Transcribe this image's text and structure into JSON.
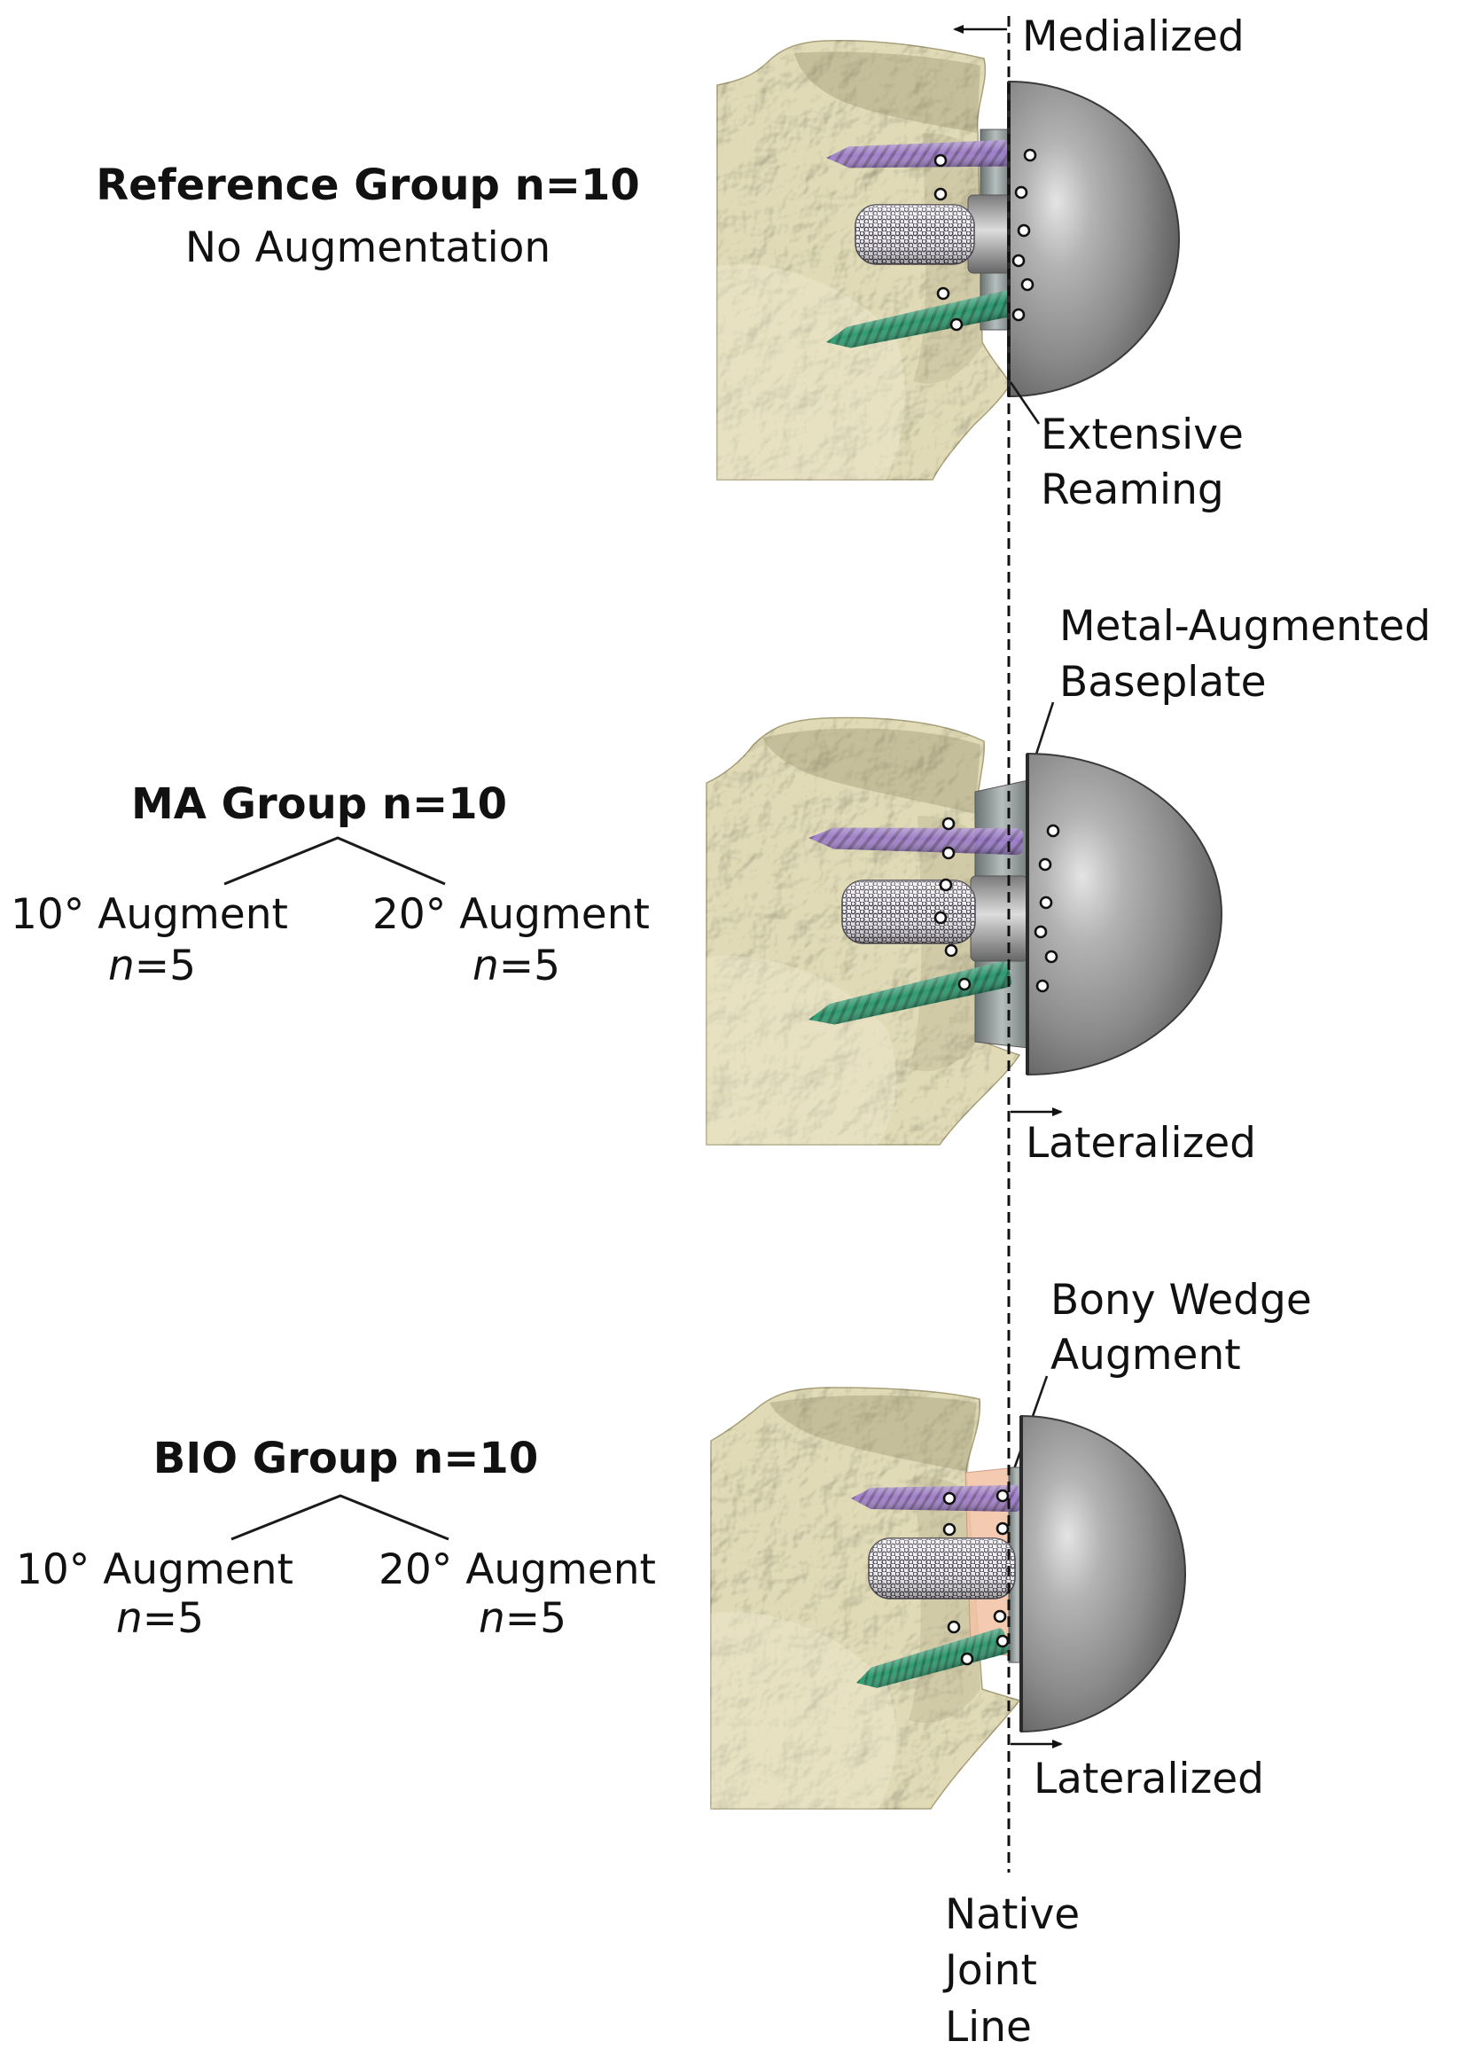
{
  "joint_line": {
    "top_label": "Medialized",
    "bottom_label_lines": [
      "Native",
      "Joint",
      "Line"
    ]
  },
  "reference_group": {
    "title": "Reference Group n=10",
    "subtitle": "No Augmentation",
    "callout_lines": [
      "Extensive",
      "Reaming"
    ]
  },
  "ma_group": {
    "title": "MA Group n=10",
    "branches": [
      {
        "label": "10° Augment",
        "n_symbol": "n",
        "n_value": "=5"
      },
      {
        "label": "20° Augment",
        "n_symbol": "n",
        "n_value": "=5"
      }
    ],
    "callout_lines": [
      "Metal-Augmented",
      "Baseplate"
    ],
    "shift_label": "Lateralized"
  },
  "bio_group": {
    "title": "BIO Group n=10",
    "branches": [
      {
        "label": "10° Augment",
        "n_symbol": "n",
        "n_value": "=5"
      },
      {
        "label": "20° Augment",
        "n_symbol": "n",
        "n_value": "=5"
      }
    ],
    "callout_lines": [
      "Bony Wedge",
      "Augment"
    ],
    "shift_label": "Lateralized"
  },
  "colors": {
    "bone": "#e0dab6",
    "screw_superior": "#9b78cc",
    "screw_inferior": "#22966c",
    "glenosphere": "#8a8a8a",
    "metal": "#b6bebd",
    "bony_wedge": "#f3c4a6",
    "text": "#111111"
  }
}
